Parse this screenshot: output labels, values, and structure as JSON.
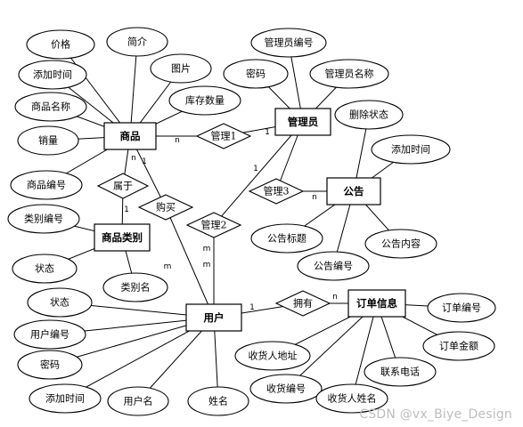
{
  "entities": [
    {
      "id": "goods",
      "label": "商品"
    },
    {
      "id": "admin",
      "label": "管理员"
    },
    {
      "id": "notice",
      "label": "公告"
    },
    {
      "id": "category",
      "label": "商品类别"
    },
    {
      "id": "user",
      "label": "用户"
    },
    {
      "id": "order",
      "label": "订单信息"
    }
  ],
  "relationships": [
    {
      "id": "manage1",
      "label": "管理1"
    },
    {
      "id": "manage2",
      "label": "管理2"
    },
    {
      "id": "manage3",
      "label": "管理3"
    },
    {
      "id": "belong",
      "label": "属于"
    },
    {
      "id": "buy",
      "label": "购买"
    },
    {
      "id": "own",
      "label": "拥有"
    }
  ],
  "attributes": [
    {
      "id": "g_price",
      "label": "价格"
    },
    {
      "id": "g_intro",
      "label": "简介"
    },
    {
      "id": "g_pic",
      "label": "图片"
    },
    {
      "id": "g_addtime",
      "label": "添加时间"
    },
    {
      "id": "g_stock",
      "label": "库存数量"
    },
    {
      "id": "g_name",
      "label": "商品名称"
    },
    {
      "id": "g_sales",
      "label": "销量"
    },
    {
      "id": "g_no",
      "label": "商品编号"
    },
    {
      "id": "a_no",
      "label": "管理员编号"
    },
    {
      "id": "a_pwd",
      "label": "密码"
    },
    {
      "id": "a_name",
      "label": "管理员名称"
    },
    {
      "id": "n_del",
      "label": "删除状态"
    },
    {
      "id": "n_addtime",
      "label": "添加时间"
    },
    {
      "id": "n_title",
      "label": "公告标题"
    },
    {
      "id": "n_content",
      "label": "公告内容"
    },
    {
      "id": "n_no",
      "label": "公告编号"
    },
    {
      "id": "c_no",
      "label": "类别编号"
    },
    {
      "id": "c_status",
      "label": "状态"
    },
    {
      "id": "c_name",
      "label": "类别名"
    },
    {
      "id": "u_status",
      "label": "状态"
    },
    {
      "id": "u_no",
      "label": "用户编号"
    },
    {
      "id": "u_pwd",
      "label": "密码"
    },
    {
      "id": "u_addtime",
      "label": "添加时间"
    },
    {
      "id": "u_name",
      "label": "用户名"
    },
    {
      "id": "u_realname",
      "label": "姓名"
    },
    {
      "id": "o_no",
      "label": "订单编号"
    },
    {
      "id": "o_amount",
      "label": "订单金额"
    },
    {
      "id": "o_phone",
      "label": "联系电话"
    },
    {
      "id": "o_addr",
      "label": "收货人地址"
    },
    {
      "id": "o_rno",
      "label": "收货编号"
    },
    {
      "id": "o_rname",
      "label": "收货人姓名"
    }
  ],
  "cardinalities": [
    "n",
    "1",
    "1",
    "n",
    "n",
    "1",
    "1",
    "m",
    "m",
    "m",
    "1",
    "n"
  ],
  "watermark": "CSDN @vx_Biye_Design"
}
